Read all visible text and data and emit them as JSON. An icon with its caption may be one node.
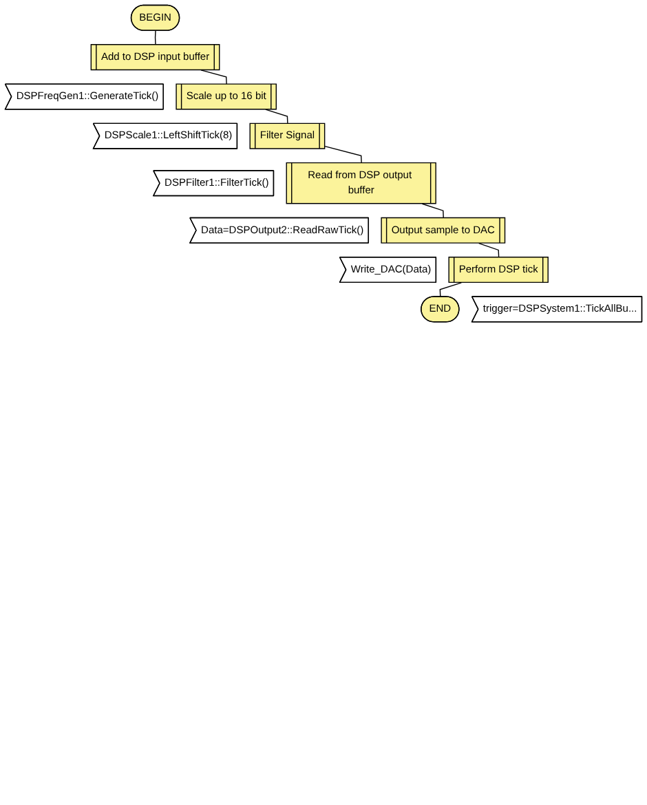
{
  "diagram": {
    "nodes": [
      {
        "text": [
          "BEGIN"
        ]
      },
      {
        "text": [
          "Add to DSP input buffer"
        ]
      },
      {
        "text": [
          "DSPFreqGen1::GenerateTick()"
        ]
      },
      {
        "text": [
          "Scale up to 16 bit"
        ]
      },
      {
        "text": [
          "DSPScale1::LeftShiftTick(8)"
        ]
      },
      {
        "text": [
          "Filter Signal"
        ]
      },
      {
        "text": [
          "DSPFilter1::FilterTick()"
        ]
      },
      {
        "text": [
          "Read from DSP output buffer"
        ]
      },
      {
        "text": [
          "Data=DSPOutput2::ReadRawTick()"
        ]
      },
      {
        "text": [
          "Output sample to DAC"
        ]
      },
      {
        "text": [
          "Write_DAC(Data)"
        ]
      },
      {
        "text": [
          "Perform DSP tick"
        ]
      },
      {
        "text": [
          "trigger=DSPSystem1::TickAllBu..."
        ]
      },
      {
        "text": [
          "END"
        ]
      }
    ],
    "edges": [
      {
        "from": 0,
        "to": 1,
        "arrow": "none"
      },
      {
        "from": 1,
        "to": 3,
        "arrow": "none"
      },
      {
        "from": 3,
        "to": 5,
        "arrow": "none"
      },
      {
        "from": 5,
        "to": 7,
        "arrow": "none"
      },
      {
        "from": 7,
        "to": 9,
        "arrow": "none"
      },
      {
        "from": 9,
        "to": 11,
        "arrow": "none"
      },
      {
        "from": 11,
        "to": 13,
        "arrow": "none"
      }
    ]
  }
}
